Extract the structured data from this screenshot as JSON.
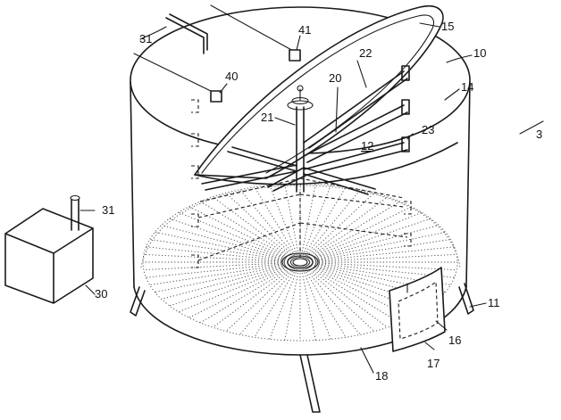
{
  "labels": {
    "l3": "3",
    "l10": "10",
    "l11": "11",
    "l12": "12",
    "l14": "14",
    "l15": "15",
    "l16": "16",
    "l17": "17",
    "l18": "18",
    "l20": "20",
    "l21": "21",
    "l22": "22",
    "l23": "23",
    "l30": "30",
    "l31a": "31",
    "l31b": "31",
    "l40": "40",
    "l41": "41"
  }
}
